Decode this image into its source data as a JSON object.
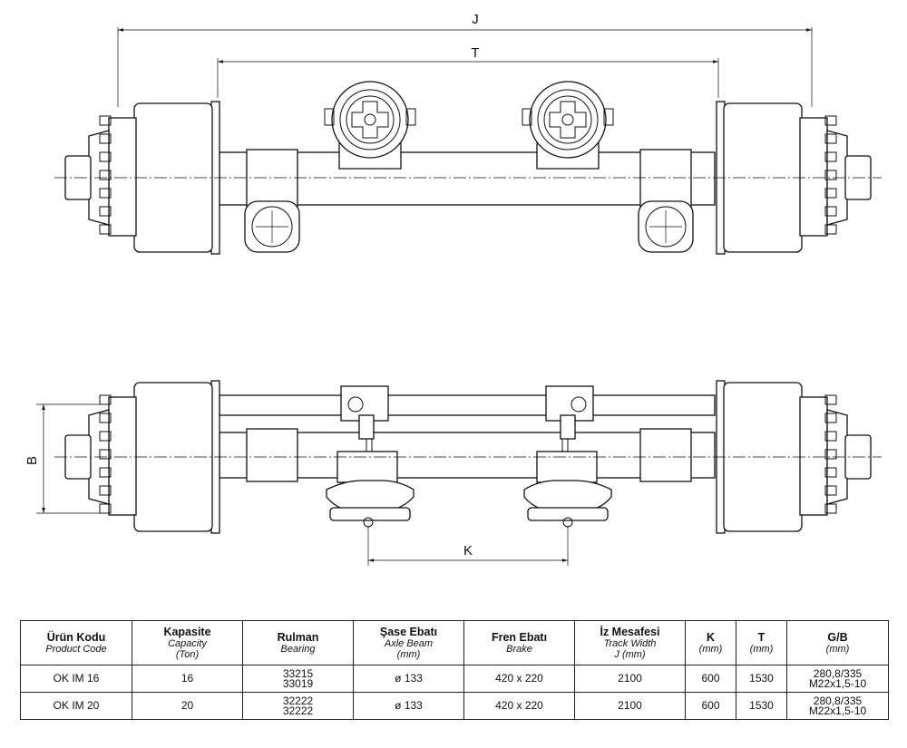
{
  "dimension_labels": {
    "j": "J",
    "t": "T",
    "b": "B",
    "k": "K"
  },
  "table": {
    "headers": [
      {
        "tr": "Ürün Kodu",
        "en": [
          "Product Code"
        ]
      },
      {
        "tr": "Kapasite",
        "en": [
          "Capacity",
          "(Ton)"
        ]
      },
      {
        "tr": "Rulman",
        "en": [
          "Bearing"
        ]
      },
      {
        "tr": "Şase Ebatı",
        "en": [
          "Axle Beam",
          "(mm)"
        ]
      },
      {
        "tr": "Fren Ebatı",
        "en": [
          "Brake"
        ]
      },
      {
        "tr": "İz Mesafesi",
        "en": [
          "Track Width",
          "J (mm)"
        ]
      },
      {
        "tr": "K",
        "en": [
          "(mm)"
        ]
      },
      {
        "tr": "T",
        "en": [
          "(mm)"
        ]
      },
      {
        "tr": "G/B",
        "en": [
          "(mm)"
        ]
      }
    ],
    "rows": [
      {
        "code": "OK IM 16",
        "capacity": "16",
        "bearing": [
          "33215",
          "33019"
        ],
        "beam": "ø 133",
        "brake": "420 x 220",
        "track": "2100",
        "k": "600",
        "t": "1530",
        "gb": [
          "280,8/335",
          "M22x1,5-10"
        ]
      },
      {
        "code": "OK IM 20",
        "capacity": "20",
        "bearing": [
          "32222",
          "32222"
        ],
        "beam": "ø 133",
        "brake": "420 x 220",
        "track": "2100",
        "k": "600",
        "t": "1530",
        "gb": [
          "280,8/335",
          "M22x1,5-10"
        ]
      }
    ]
  }
}
